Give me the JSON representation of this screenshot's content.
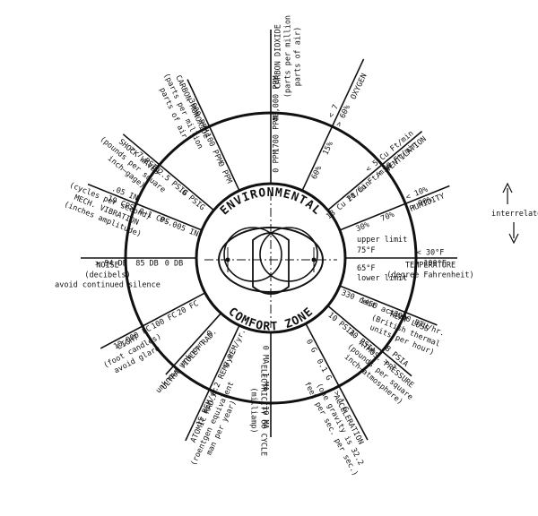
{
  "center_title_top": "ENVIRONMENTAL",
  "center_title_bottom": "COMFORT ZONE",
  "interrelated": "interrelated",
  "spokes": [
    {
      "id": "oxygen",
      "outer": [
        "OXYGEN"
      ],
      "tick_outer": "> 60%",
      "tick_inner": "< 7",
      "ring_outer": "15%",
      "ring_inner": "60%"
    },
    {
      "id": "ventilation",
      "outer": [
        "VENTILATION"
      ],
      "tick_outer": "> 50 Ft/min",
      "tick_inner": "< 5 Cu Ft/min",
      "ring_outer": "20 Cu Ft/min",
      "ring_inner": "13 Cu Ft/min"
    },
    {
      "id": "humidity",
      "outer": [
        "HUMIDITY"
      ],
      "tick_outer": "> 90%",
      "tick_inner": "< 10%",
      "ring_outer": "70%",
      "ring_inner": "30%"
    },
    {
      "id": "temperature",
      "outer": [
        "TEMPERATURE",
        "(degree Fahrenheit)"
      ],
      "tick_outer": "> 100°F",
      "tick_inner": "< 30°F",
      "ring_outer": "",
      "ring_inner": ""
    },
    {
      "id": "heat-loss",
      "outer": [
        "HEAT LOSS",
        "(British thermal",
        "units per hour)"
      ],
      "tick_outer": ">3000 BTU/hr.",
      "tick_inner": "",
      "ring_outer": "1450 active",
      "ring_inner": "330 rest"
    },
    {
      "id": "atmos-pressure",
      "outer": [
        "ATMOS. PRESSURE",
        "(pounds per square",
        "inch—atmosphere)"
      ],
      "tick_outer": "> ?",
      "tick_inner": "8 PSIA",
      "ring_outer": "20 PSIA",
      "ring_inner": "10 PSIA"
    },
    {
      "id": "acceleration",
      "outer": [
        "ACCELERATION",
        "(one gravity is 32.2",
        "feet per sec. per sec.)"
      ],
      "tick_outer": "> 1 G",
      "tick_inner": "",
      "ring_outer": "0.1 G",
      "ring_inner": "0 G"
    },
    {
      "id": "electricity",
      "outer": [
        "ELECTRICITY 60 CYCLE",
        "(milliamp)"
      ],
      "tick_outer": "10 MA",
      "tick_inner": "",
      "ring_outer": "1 MA",
      "ring_inner": "0 MA"
    },
    {
      "id": "atomic-rad",
      "outer": [
        "ATOMIC RAD.",
        "(roentgen equivalent",
        "man per year)"
      ],
      "tick_outer": "15 REM/yr.",
      "tick_inner": "",
      "ring_outer": "0.2 REM/yr.",
      "ring_inner": "0 REM/yr."
    },
    {
      "id": "ultra-violet",
      "outer": [
        "ULTRA VIOLET RAD."
      ],
      "tick_outer": "unknown",
      "tick_inner": "",
      "ring_outer": "unknown",
      "ring_inner": "0"
    },
    {
      "id": "light",
      "outer": [
        "LIGHT",
        "(foot candles)",
        "avoid glare"
      ],
      "tick_outer": "10,000 FC",
      "tick_inner": "",
      "ring_outer": "100 FC",
      "ring_inner": "20 FC"
    },
    {
      "id": "noise",
      "outer": [
        "NOISE",
        "(decibels)",
        "avoid continued silence"
      ],
      "tick_outer": "> 94 DB",
      "tick_inner": "",
      "ring_outer": "85 DB",
      "ring_inner": "0 DB"
    },
    {
      "id": "mech-vibration",
      "outer": [
        "(cycles per second)",
        "MECH. VIBRATION",
        "(inches amplitude)"
      ],
      "tick_outer": "10 CPS",
      ".05 IN": "",
      "tick_inner": ".05 IN",
      "ring_outer": "0—1 CPS",
      "ring_inner": "0—.005 IN"
    },
    {
      "id": "shock-waves",
      "outer": [
        "SHOCK WAVES",
        "(pounds per square",
        "inch—gage)"
      ],
      "tick_outer": "> 7 PSIG",
      "tick_inner": "",
      "ring_outer": "2.5 PSIG",
      "ring_inner": "0 PSIG"
    },
    {
      "id": "carbon-monoxide",
      "outer": [
        "CARBON MONOXIDE",
        "(parts per million",
        "parts of air)"
      ],
      "tick_outer": "3000 PPM",
      "tick_inner": "",
      "ring_outer": "100 PPM",
      "ring_inner": "0 PPM"
    },
    {
      "id": "carbon-dioxide",
      "outer": [
        "CARBON DIOXIDE",
        "(parts per million",
        "parts of air)"
      ],
      "tick_outer": "40,000 PPM",
      "tick_inner": "",
      "ring_outer": "1700 PPM",
      "ring_inner": "0 PPM"
    }
  ],
  "temperature_center": {
    "upper_label": "upper limit",
    "upper_value": "75°F",
    "lower_value": "65°F",
    "lower_label": "lower limit"
  }
}
